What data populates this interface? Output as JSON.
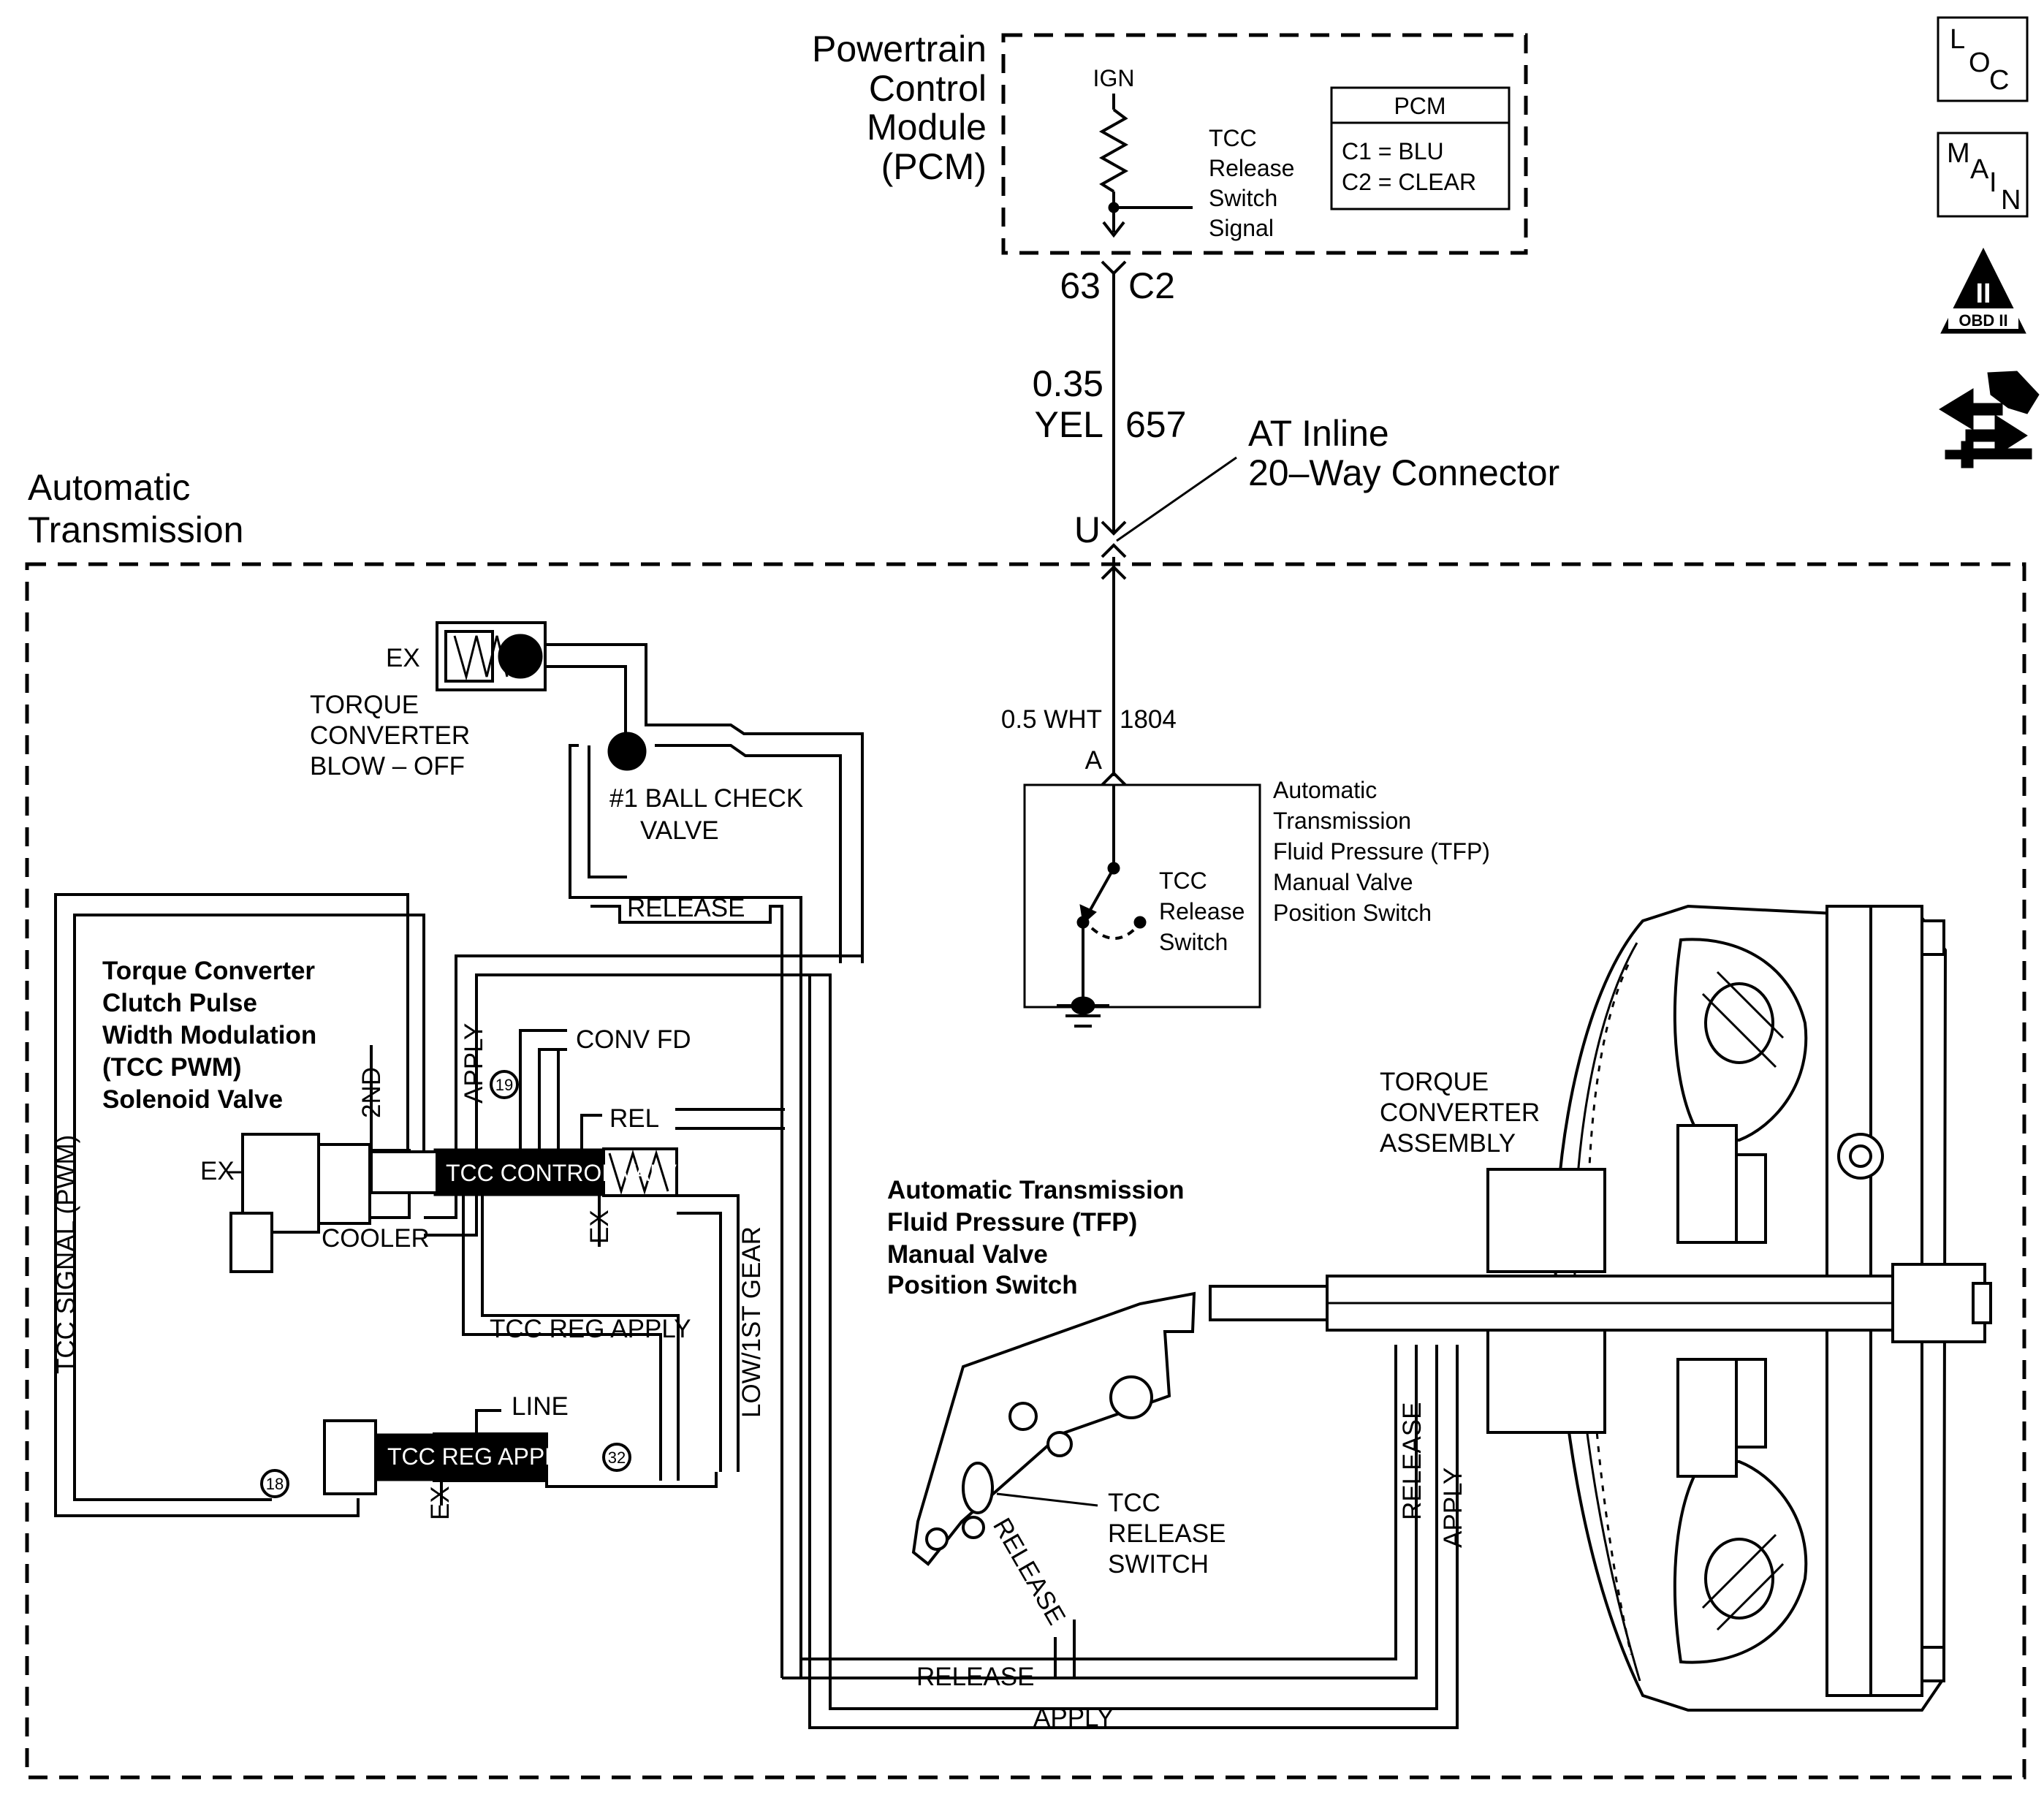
{
  "pcm": {
    "title_lines": [
      "Powertrain",
      "Control",
      "Module",
      "(PCM)"
    ],
    "ign": "IGN",
    "signal_lines": [
      "TCC",
      "Release",
      "Switch",
      "Signal"
    ],
    "box_title": "PCM",
    "box_line1": "C1  =  BLU",
    "box_line2": "C2  =  CLEAR",
    "pin": "63",
    "connector": "C2"
  },
  "wire_upper": {
    "gauge": "0.35",
    "color": "YEL",
    "circuit": "657"
  },
  "inline_connector": {
    "lines": [
      "AT Inline",
      "20–Way Connector"
    ],
    "pin": "U"
  },
  "transmission": {
    "title_lines": [
      "Automatic",
      "Transmission"
    ]
  },
  "wire_lower": {
    "label_left": "0.5 WHT",
    "circuit": "1804",
    "pin": "A"
  },
  "tfp_switch": {
    "desc_lines": [
      "Automatic",
      "Transmission",
      "Fluid Pressure (TFP)",
      "Manual Valve",
      "Position Switch"
    ],
    "switch_lines": [
      "TCC",
      "Release",
      "Switch"
    ]
  },
  "hydraulic": {
    "ex": "EX",
    "blowoff_lines": [
      "TORQUE",
      "CONVERTER",
      "BLOW – OFF"
    ],
    "ball_check_lines": [
      "#1 BALL CHECK",
      "VALVE"
    ],
    "release": "RELEASE",
    "apply": "APPLY",
    "conv_fd": "CONV FD",
    "rel": "REL",
    "second": "2ND",
    "cooler": "COOLER",
    "tcc_control_valve": "TCC CONTROL VALVE",
    "tcc_reg_apply": "TCC REG APPLY",
    "tcc_reg_apply_valve": "TCC REG APPLY",
    "line": "LINE",
    "low_first": "LOW/1ST GEAR",
    "tcc_signal": "TCC SIGNAL (PWM)",
    "orifice_19": "19",
    "orifice_18": "18",
    "orifice_32": "32"
  },
  "solenoid": {
    "lines": [
      "Torque Converter",
      "Clutch Pulse",
      "Width Modulation",
      "(TCC PWM)",
      "Solenoid Valve"
    ]
  },
  "tfp_assembly": {
    "title_lines": [
      "Automatic Transmission",
      "Fluid Pressure (TFP)",
      "Manual Valve",
      "Position Switch"
    ],
    "callout_lines": [
      "TCC",
      "RELEASE",
      "SWITCH"
    ],
    "release": "RELEASE"
  },
  "torque_converter": {
    "lines": [
      "TORQUE",
      "CONVERTER",
      "ASSEMBLY"
    ]
  },
  "side_icons": {
    "loc": [
      "L",
      "O",
      "C"
    ],
    "main": [
      "M",
      "A",
      "I",
      "N"
    ],
    "obd": {
      "numeral": "II",
      "label": "OBD II"
    }
  }
}
